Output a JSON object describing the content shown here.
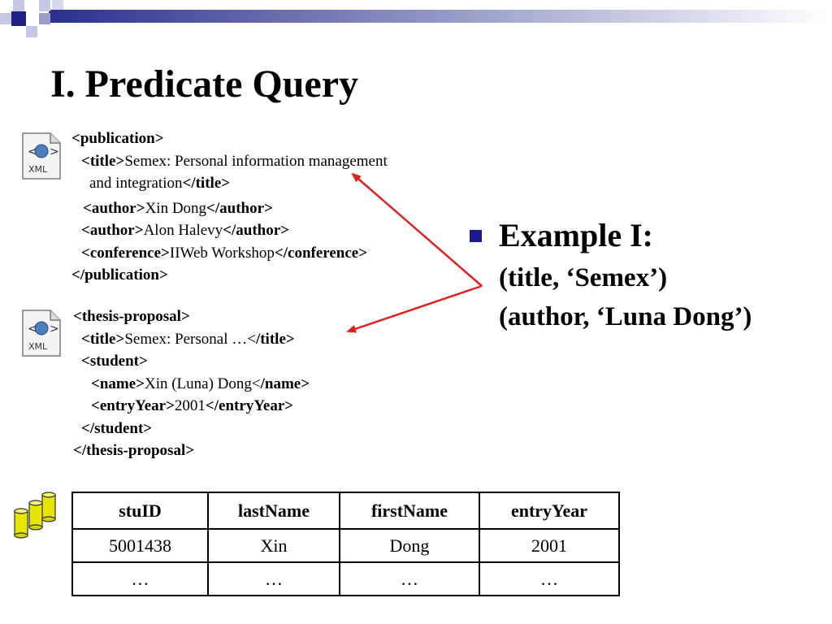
{
  "slide": {
    "title": "I. Predicate Query"
  },
  "xml_blocks": [
    {
      "icon": "xml-file-icon",
      "lines": [
        [
          {
            "t": "<publication>",
            "b": true
          }
        ],
        [
          {
            "t": "<title>",
            "b": true
          },
          {
            "t": "Semex: Personal information management",
            "b": false
          }
        ],
        [
          {
            "t": "and integration",
            "b": false
          },
          {
            "t": "</title>",
            "b": true
          }
        ],
        [
          {
            "t": "<author>",
            "b": true
          },
          {
            "t": "Xin Dong",
            "b": false
          },
          {
            "t": "</author>",
            "b": true
          }
        ],
        [
          {
            "t": "<author>",
            "b": true
          },
          {
            "t": "Alon Halevy",
            "b": false
          },
          {
            "t": "</author>",
            "b": true
          }
        ],
        [
          {
            "t": "<conference>",
            "b": true
          },
          {
            "t": "IIWeb Workshop",
            "b": false
          },
          {
            "t": "</conference>",
            "b": true
          }
        ],
        [
          {
            "t": "</publication>",
            "b": true
          }
        ]
      ]
    },
    {
      "icon": "xml-file-icon",
      "lines": [
        [
          {
            "t": "<thesis-proposal>",
            "b": true
          }
        ],
        [
          {
            "t": "<title>",
            "b": true
          },
          {
            "t": "Semex: Personal …<",
            "b": false
          },
          {
            "t": "/title>",
            "b": true
          }
        ],
        [
          {
            "t": "<student>",
            "b": true
          }
        ],
        [
          {
            "t": "<name>",
            "b": true
          },
          {
            "t": "Xin (Luna) Dong<",
            "b": false
          },
          {
            "t": "/name>",
            "b": true
          }
        ],
        [
          {
            "t": "<entryYear>",
            "b": true
          },
          {
            "t": "2001",
            "b": false
          },
          {
            "t": "</entryYear>",
            "b": true
          }
        ],
        [
          {
            "t": "</student>",
            "b": true
          }
        ],
        [
          {
            "t": "</thesis-proposal>",
            "b": true
          }
        ]
      ]
    }
  ],
  "example": {
    "heading": "Example I:",
    "line1": "(title, ‘Semex’)",
    "line2": "(author, ‘Luna Dong’)"
  },
  "table": {
    "headers": [
      "stuID",
      "lastName",
      "firstName",
      "entryYear"
    ],
    "rows": [
      [
        "5001438",
        "Xin",
        "Dong",
        "2001"
      ],
      [
        "…",
        "…",
        "…",
        "…"
      ]
    ]
  },
  "colors": {
    "accent_navy": "#1a1a8f",
    "arrow_red": "#e02020"
  }
}
